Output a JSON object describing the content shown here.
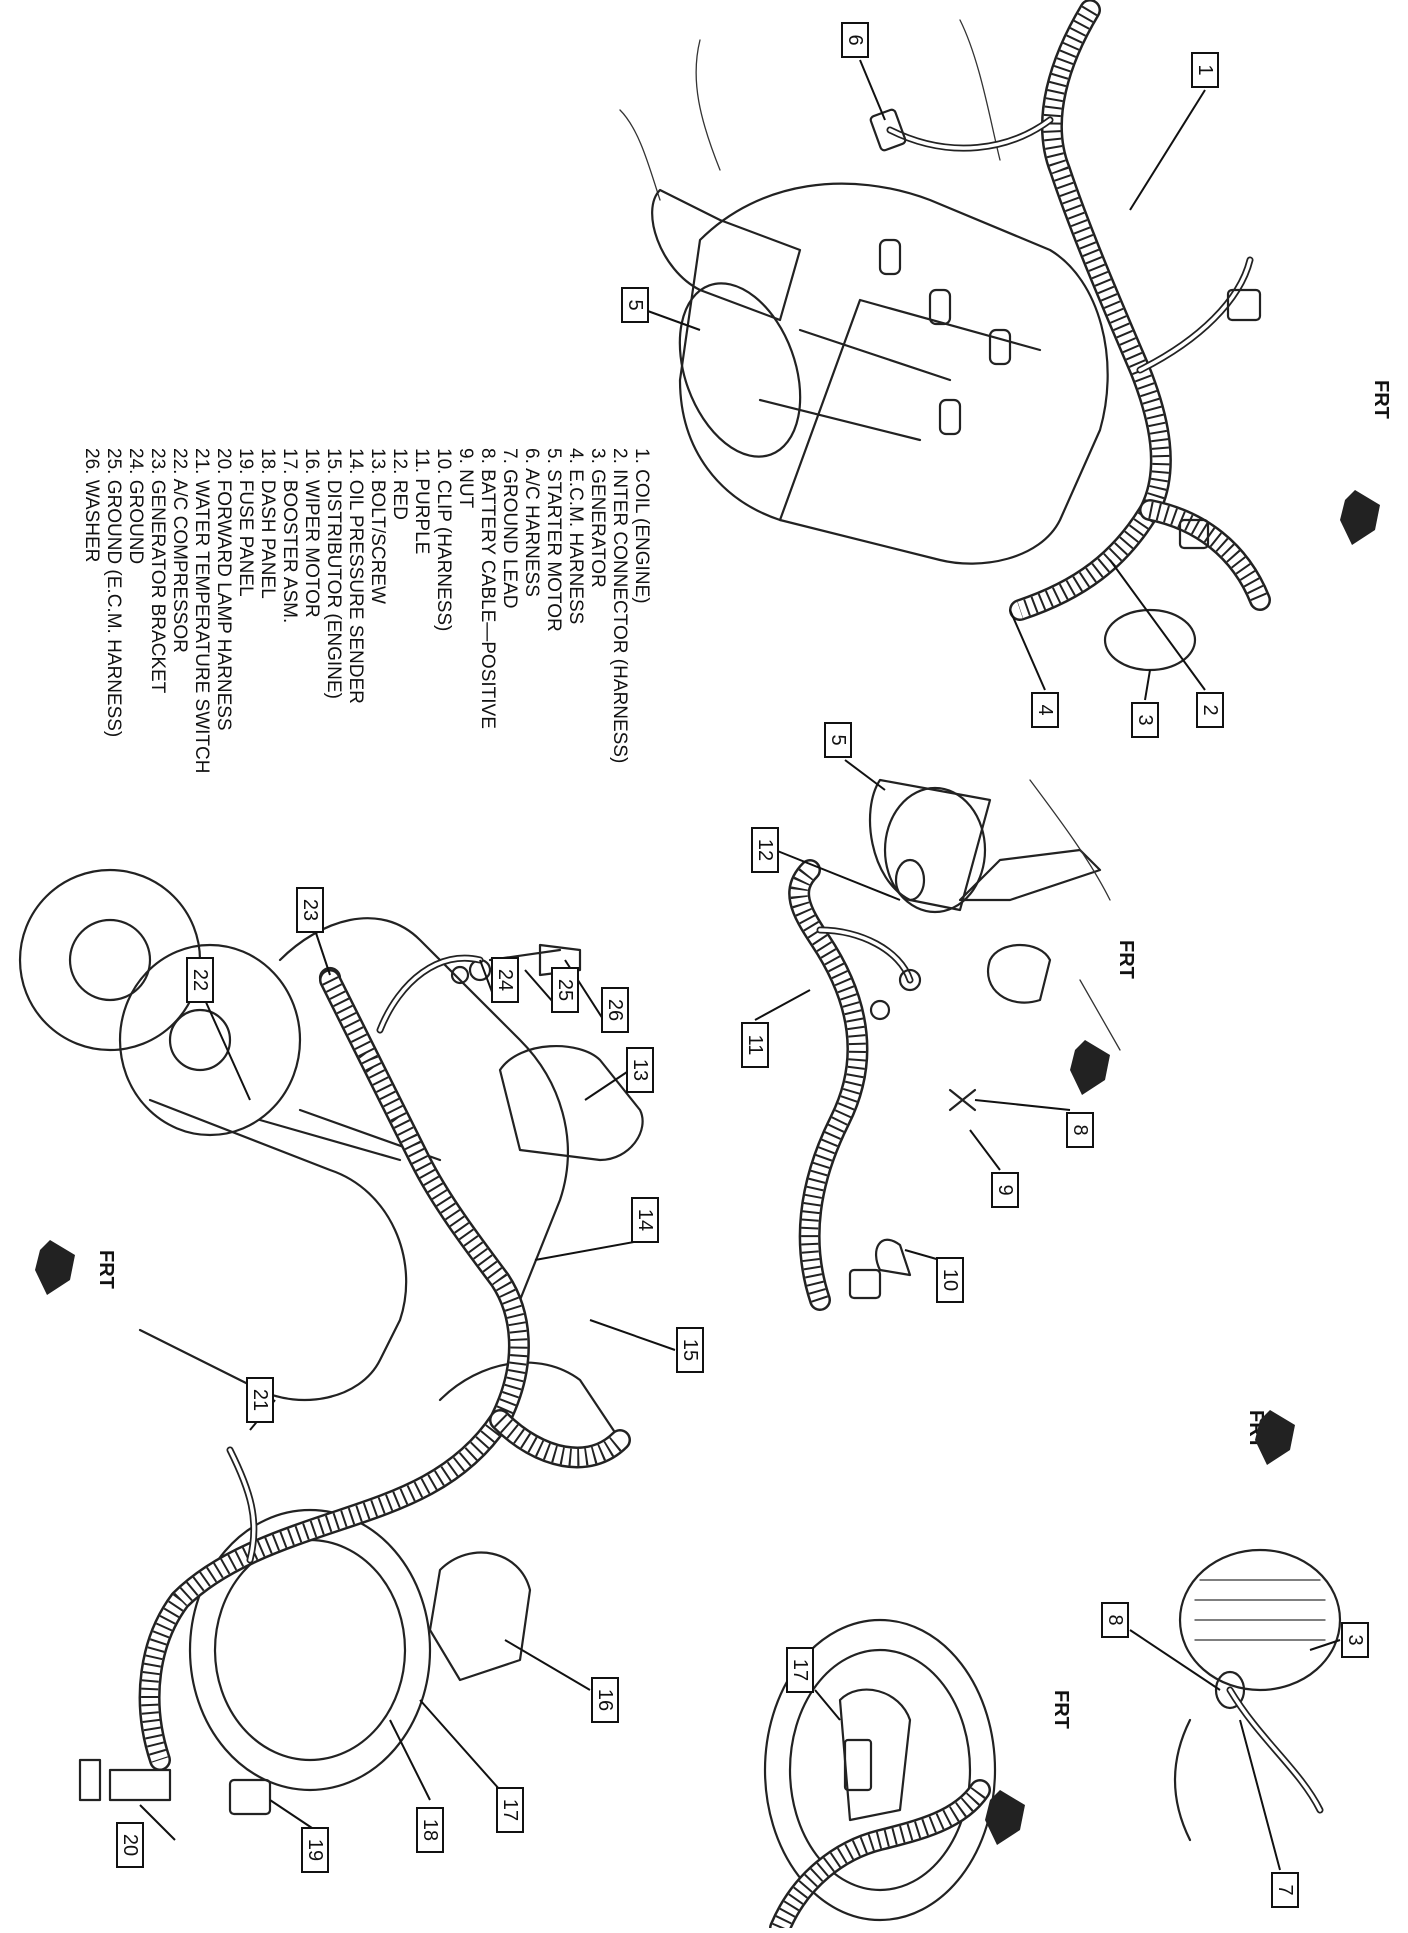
{
  "legend": [
    "1.   COIL (ENGINE)",
    "2.   INTER CONNECTOR (HARNESS)",
    "3.   GENERATOR",
    "4.   E.C.M. HARNESS",
    "5.   STARTER MOTOR",
    "6.   A/C HARNESS",
    "7.   GROUND LEAD",
    "8.   BATTERY CABLE—POSITIVE",
    "9.   NUT",
    "10.  CLIP (HARNESS)",
    "11.  PURPLE",
    "12.  RED",
    "13.  BOLT/SCREW",
    "14.  OIL PRESSURE SENDER",
    "15.  DISTRIBUTOR (ENGINE)",
    "16.  WIPER MOTOR",
    "17.  BOOSTER ASM.",
    "18.  DASH PANEL",
    "19.  FUSE PANEL",
    "20.  FORWARD LAMP HARNESS",
    "21.  WATER TEMPERATURE SWITCH",
    "22.  A/C COMPRESSOR",
    "23.  GENERATOR BRACKET",
    "24.  GROUND",
    "25.  GROUND (E.C.M. HARNESS)",
    "26.  WASHER"
  ],
  "frt_label": "FRT",
  "callouts": [
    "1",
    "2",
    "3",
    "4",
    "5",
    "6",
    "5",
    "12",
    "11",
    "8",
    "9",
    "10",
    "3",
    "8",
    "7",
    "17",
    "23",
    "22",
    "24",
    "25",
    "26",
    "13",
    "14",
    "15",
    "21",
    "16",
    "17",
    "18",
    "19",
    "20"
  ]
}
